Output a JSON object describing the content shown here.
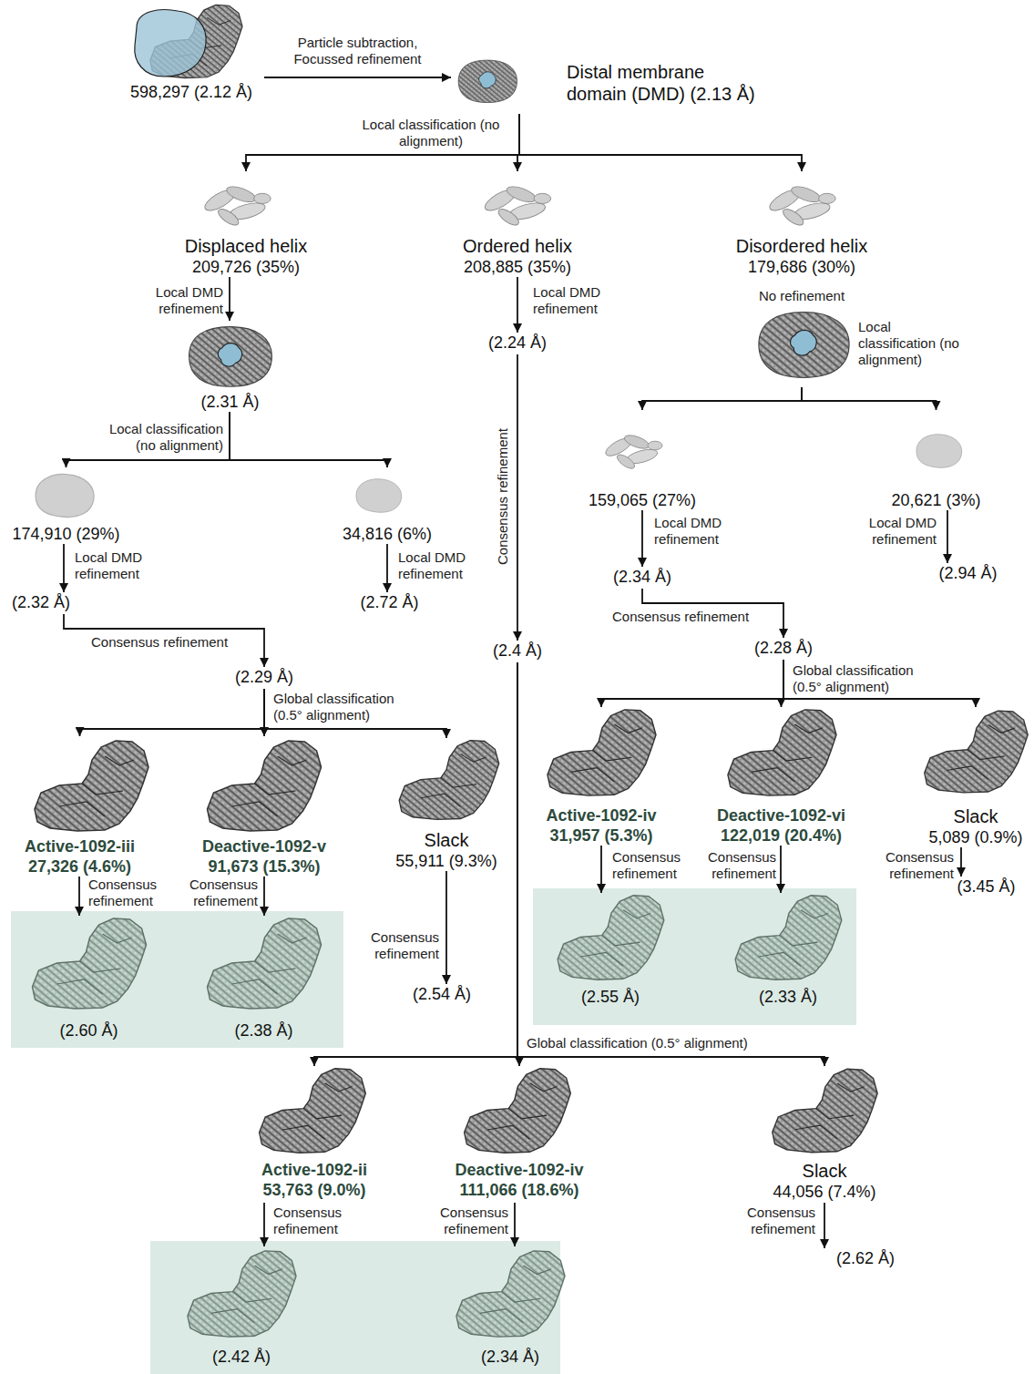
{
  "diagram": {
    "nodes": [
      {
        "text": [
          "598,297 (2.12 Å)"
        ]
      },
      {
        "text": [
          "Distal membrane domain (DMD) (2.13 Å)"
        ]
      },
      {
        "text": [
          "Displaced helix",
          "209,726 (35%)"
        ]
      },
      {
        "text": [
          "Ordered helix",
          "208,885 (35%)"
        ]
      },
      {
        "text": [
          "Disordered helix",
          "179,686 (30%)"
        ]
      },
      {
        "text": [
          "(2.31 Å)"
        ]
      },
      {
        "text": [
          "174,910 (29%)"
        ]
      },
      {
        "text": [
          "34,816 (6%)"
        ]
      },
      {
        "text": [
          "(2.32 Å)"
        ]
      },
      {
        "text": [
          "(2.72 Å)"
        ]
      },
      {
        "text": [
          "(2.29 Å)"
        ]
      },
      {
        "text": [
          "Active-1092-iii",
          "27,326 (4.6%)"
        ]
      },
      {
        "text": [
          "Deactive-1092-v",
          "91,673 (15.3%)"
        ]
      },
      {
        "text": [
          "Slack",
          "55,911 (9.3%)"
        ]
      },
      {
        "text": [
          "(2.60 Å)"
        ]
      },
      {
        "text": [
          "(2.38 Å)"
        ]
      },
      {
        "text": [
          "(2.54 Å)"
        ]
      },
      {
        "text": [
          "(2.24 Å)"
        ]
      },
      {
        "text": [
          "(2.4 Å)"
        ]
      },
      {
        "text": [
          "159,065 (27%)"
        ]
      },
      {
        "text": [
          "20,621 (3%)"
        ]
      },
      {
        "text": [
          "(2.34 Å)"
        ]
      },
      {
        "text": [
          "(2.94 Å)"
        ]
      },
      {
        "text": [
          "(2.28 Å)"
        ]
      },
      {
        "text": [
          "Active-1092-iv",
          "31,957 (5.3%)"
        ]
      },
      {
        "text": [
          "Deactive-1092-vi",
          "122,019 (20.4%)"
        ]
      },
      {
        "text": [
          "Slack",
          "5,089 (0.9%)"
        ]
      },
      {
        "text": [
          "(2.55 Å)"
        ]
      },
      {
        "text": [
          "(2.33 Å)"
        ]
      },
      {
        "text": [
          "(3.45 Å)"
        ]
      },
      {
        "text": [
          "Active-1092-ii",
          "53,763 (9.0%)"
        ]
      },
      {
        "text": [
          "Deactive-1092-iv",
          "111,066 (18.6%)"
        ]
      },
      {
        "text": [
          "Slack",
          "44,056 (7.4%)"
        ]
      },
      {
        "text": [
          "(2.42 Å)"
        ]
      },
      {
        "text": [
          "(2.34 Å)"
        ]
      },
      {
        "text": [
          "(2.62 Å)"
        ]
      }
    ],
    "edges": [
      {
        "from": 0,
        "to": 1,
        "arrow": "to",
        "label": "Particle subtraction, Focussed refinement"
      },
      {
        "from": 1,
        "to": 2,
        "arrow": "to"
      },
      {
        "from": 1,
        "to": 3,
        "arrow": "to",
        "label": "Local classification (no alignment)"
      },
      {
        "from": 1,
        "to": 4,
        "arrow": "to"
      },
      {
        "from": 2,
        "to": 5,
        "arrow": "to",
        "label": "Local DMD refinement"
      },
      {
        "from": 5,
        "to": 6,
        "arrow": "to",
        "label": "Local classification (no alignment)"
      },
      {
        "from": 5,
        "to": 7,
        "arrow": "to"
      },
      {
        "from": 6,
        "to": 8,
        "arrow": "to",
        "label": "Local DMD refinement"
      },
      {
        "from": 7,
        "to": 9,
        "arrow": "to",
        "label": "Local DMD refinement"
      },
      {
        "from": 8,
        "to": 10,
        "arrow": "to",
        "label": "Consensus refinement"
      },
      {
        "from": 10,
        "to": 11,
        "arrow": "to",
        "label": "Global classification (0.5° alignment)"
      },
      {
        "from": 10,
        "to": 12,
        "arrow": "to"
      },
      {
        "from": 10,
        "to": 13,
        "arrow": "to"
      },
      {
        "from": 11,
        "to": 14,
        "arrow": "to",
        "label": "Consensus refinement"
      },
      {
        "from": 12,
        "to": 15,
        "arrow": "to",
        "label": "Consensus refinement"
      },
      {
        "from": 13,
        "to": 16,
        "arrow": "to",
        "label": "Consensus refinement"
      },
      {
        "from": 3,
        "to": 17,
        "arrow": "to",
        "label": "Local DMD refinement"
      },
      {
        "from": 17,
        "to": 18,
        "arrow": "to",
        "label": "Consensus refinement"
      },
      {
        "from": 18,
        "to": 30,
        "arrow": "to",
        "label": "Global classification (0.5° alignment)"
      },
      {
        "from": 18,
        "to": 31,
        "arrow": "to"
      },
      {
        "from": 18,
        "to": 32,
        "arrow": "to"
      },
      {
        "from": 4,
        "to": 19,
        "arrow": "to",
        "label": "Local classification (no alignment)"
      },
      {
        "from": 4,
        "to": 20,
        "arrow": "to"
      },
      {
        "from": 19,
        "to": 21,
        "arrow": "to",
        "label": "Local DMD refinement"
      },
      {
        "from": 20,
        "to": 22,
        "arrow": "to",
        "label": "Local DMD refinement"
      },
      {
        "from": 21,
        "to": 23,
        "arrow": "to",
        "label": "Consensus refinement"
      },
      {
        "from": 23,
        "to": 24,
        "arrow": "to",
        "label": "Global classification (0.5° alignment)"
      },
      {
        "from": 23,
        "to": 25,
        "arrow": "to"
      },
      {
        "from": 23,
        "to": 26,
        "arrow": "to"
      },
      {
        "from": 24,
        "to": 27,
        "arrow": "to",
        "label": "Consensus refinement"
      },
      {
        "from": 25,
        "to": 28,
        "arrow": "to",
        "label": "Consensus refinement"
      },
      {
        "from": 26,
        "to": 29,
        "arrow": "to",
        "label": "Consensus refinement"
      },
      {
        "from": 30,
        "to": 33,
        "arrow": "to",
        "label": "Consensus refinement"
      },
      {
        "from": 31,
        "to": 34,
        "arrow": "to",
        "label": "Consensus refinement"
      },
      {
        "from": 32,
        "to": 35,
        "arrow": "to",
        "label": "Consensus refinement"
      }
    ],
    "labels": [
      "No refinement"
    ]
  }
}
